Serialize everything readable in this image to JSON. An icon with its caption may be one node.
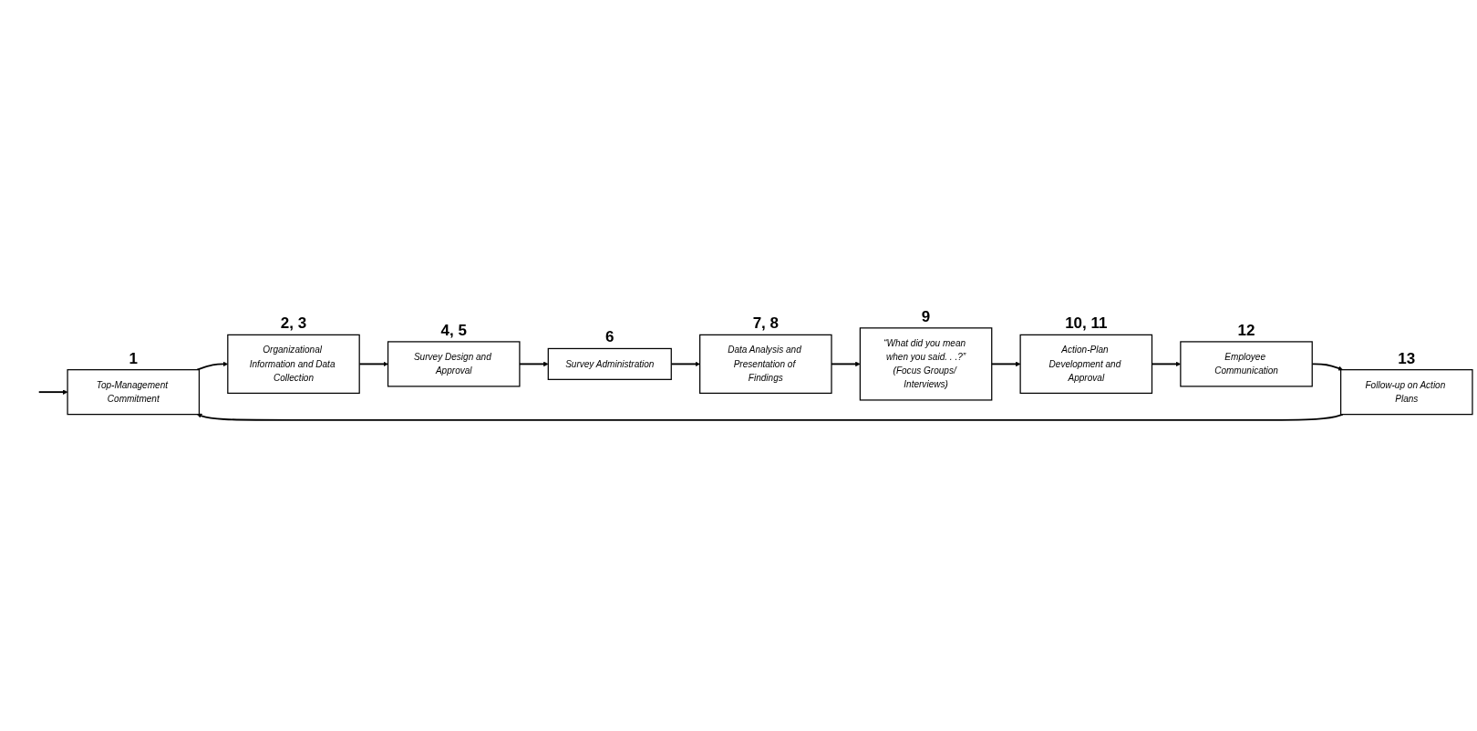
{
  "diagram": {
    "nodes": [
      {
        "text": [
          "Top-Management Commitment"
        ],
        "beside": [
          "1"
        ]
      },
      {
        "text": [
          "Organizational Information and Data Collection"
        ],
        "beside": [
          "2, 3"
        ]
      },
      {
        "text": [
          "Survey Design and Approval"
        ],
        "beside": [
          "4, 5"
        ]
      },
      {
        "text": [
          "Survey Administration"
        ],
        "beside": [
          "6"
        ]
      },
      {
        "text": [
          "Data Analysis and Presentation of Findings"
        ],
        "beside": [
          "7, 8"
        ]
      },
      {
        "text": [
          "“What did you mean when you said. . .?”",
          "(Focus Groups/ Interviews)"
        ],
        "beside": [
          "9"
        ]
      },
      {
        "text": [
          "Action-Plan Development and Approval"
        ],
        "beside": [
          "10, 11"
        ]
      },
      {
        "text": [
          "Employee Communication"
        ],
        "beside": [
          "12"
        ]
      },
      {
        "text": [
          "Follow-up on Action Plans"
        ],
        "beside": [
          "13"
        ]
      }
    ],
    "edges": [
      {
        "from": null,
        "to": 0,
        "arrow": "to"
      },
      {
        "from": 0,
        "to": 1,
        "arrow": "to"
      },
      {
        "from": 1,
        "to": 2,
        "arrow": "to"
      },
      {
        "from": 2,
        "to": 3,
        "arrow": "to"
      },
      {
        "from": 3,
        "to": 4,
        "arrow": "to"
      },
      {
        "from": 4,
        "to": 5,
        "arrow": "to"
      },
      {
        "from": 5,
        "to": 6,
        "arrow": "to"
      },
      {
        "from": 6,
        "to": 7,
        "arrow": "to"
      },
      {
        "from": 7,
        "to": 8,
        "arrow": "to"
      },
      {
        "from": 8,
        "to": 0,
        "arrow": "to"
      }
    ]
  }
}
